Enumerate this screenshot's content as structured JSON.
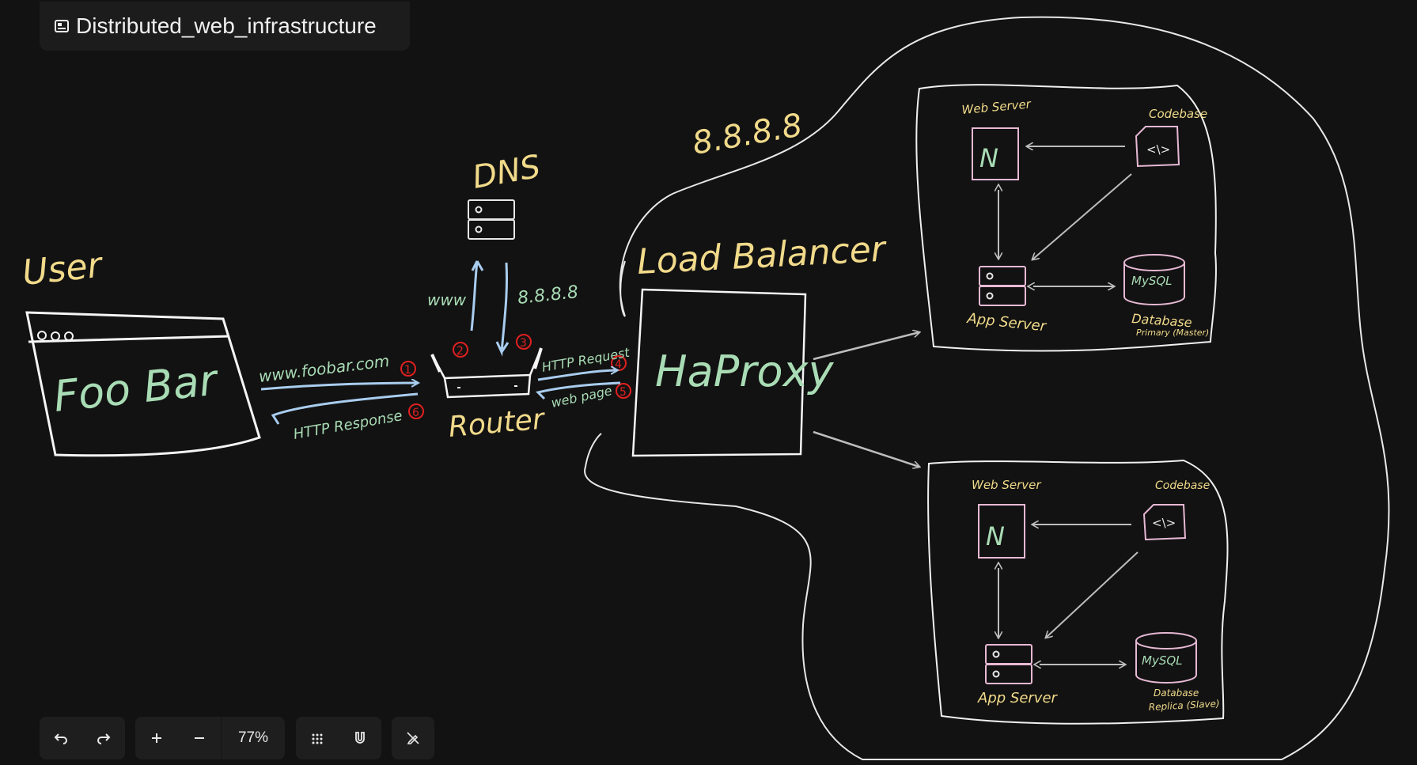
{
  "document": {
    "title": "Distributed_web_infrastructure"
  },
  "toolbar": {
    "zoom": "77%"
  },
  "diagram": {
    "user_label": "User",
    "browser_label": "Foo Bar",
    "request_url": "www.foobar.com",
    "http_response": "HTTP Response",
    "dns_label": "DNS",
    "www_label": "www",
    "ip_near_dns": "8.8.8.8",
    "ip_top": "8.8.8.8",
    "router_label": "Router",
    "http_request": "HTTP Request",
    "web_page": "web page",
    "load_balancer_label": "Load Balancer",
    "haproxy_label": "HaProxy",
    "steps": [
      "1",
      "2",
      "3",
      "4",
      "5",
      "6"
    ],
    "server_1": {
      "web_server": "Web Server",
      "codebase": "Codebase",
      "nginx": "N",
      "code_icon": "<\\>",
      "app_server": "App Server",
      "mysql": "MySQL",
      "database": "Database",
      "db_role": "Primary (Master)"
    },
    "server_2": {
      "web_server": "Web Server",
      "codebase": "Codebase",
      "nginx": "N",
      "code_icon": "<\\>",
      "app_server": "App Server",
      "mysql": "MySQL",
      "database": "Database",
      "db_role": "Replica (Slave)"
    }
  },
  "colors": {
    "background": "#121212",
    "yellow": "#f1da8a",
    "green": "#a9dcb5",
    "blue": "#a9cdef",
    "red": "#e02020",
    "pink": "#e7b9d4",
    "white": "#f0f0f0",
    "grey": "#bdbdbd"
  }
}
